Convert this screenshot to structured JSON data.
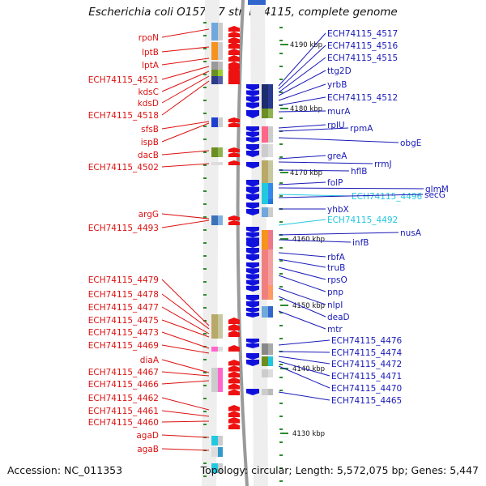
{
  "title": "Escherichia coli O157:H7 str. EC4115, complete genome",
  "footer": {
    "accession": "Accession: NC_011353",
    "topology": "Topology: circular; Length: 5,572,075 bp; Genes: 5,447"
  },
  "colors": {
    "forward_gene": "#ee1111",
    "reverse_gene": "#1111dd",
    "cyan_label": "#22c8e0",
    "backbone": "#888888"
  },
  "kbp_ticks": [
    "4190 kbp",
    "4180 kbp",
    "4170 kbp",
    "4160 kbp",
    "4150 kbp",
    "4140 kbp",
    "4130 kbp"
  ],
  "left_genes": [
    "rpoN",
    "lptB",
    "lptA",
    "ECH74115_4521",
    "kdsC",
    "kdsD",
    "ECH74115_4518",
    "sfsB",
    "ispB",
    "dacB",
    "ECH74115_4502",
    "argG",
    "ECH74115_4493",
    "ECH74115_4479",
    "ECH74115_4478",
    "ECH74115_4477",
    "ECH74115_4475",
    "ECH74115_4473",
    "ECH74115_4469",
    "diaA",
    "ECH74115_4467",
    "ECH74115_4466",
    "ECH74115_4462",
    "ECH74115_4461",
    "ECH74115_4460",
    "agaD",
    "agaB"
  ],
  "right_genes": [
    "ECH74115_4517",
    "ECH74115_4516",
    "ECH74115_4515",
    "ttg2D",
    "yrbB",
    "ECH74115_4512",
    "murA",
    "rplU",
    "rpmA",
    "obgE",
    "greA",
    "rrmJ",
    "hflB",
    "folP",
    "glmM",
    "ECH74115_4496",
    "secG",
    "yhbX",
    "ECH74115_4492",
    "nusA",
    "infB",
    "rbfA",
    "truB",
    "rpsO",
    "pnp",
    "nlpI",
    "deaD",
    "mtr",
    "ECH74115_4476",
    "ECH74115_4474",
    "ECH74115_4472",
    "ECH74115_4471",
    "ECH74115_4470",
    "ECH74115_4465"
  ]
}
